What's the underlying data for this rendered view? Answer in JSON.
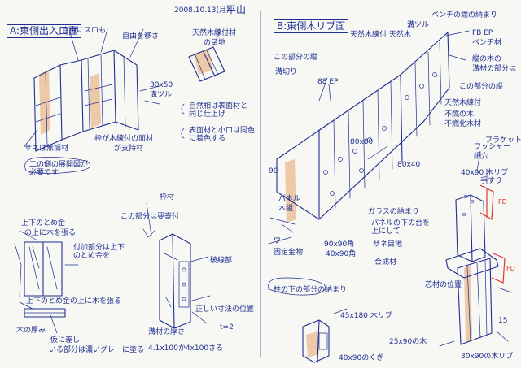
{
  "header": {
    "date": "2008.10.13(月)",
    "author": "平山"
  },
  "panel_a": {
    "title": "A:東側出入口面",
    "notes": {
      "n1": "自由にスロも",
      "n2": "自由を移さ",
      "n3": "天然木練付材",
      "n4": "の目地",
      "n5": "30x50",
      "n6": "溝ツル",
      "n7": "自然相は表面材と同じ仕上げ",
      "n8": "表面材と小口は同色に着色する",
      "n9": "サネは無垢材",
      "n10": "枠が木練付の面材",
      "n11": "が支持材",
      "n12": "二の側の展開図が必要です",
      "n13": "上下のとめ金",
      "n14": "の上に木を張る",
      "n15": "付加部分は上下のとめ金を",
      "n16": "上下のとめ金の上に木を張る",
      "n17": "木の厚み",
      "n18": "仮に差し",
      "n19": "いる部分は濃いグレーに塗る",
      "n20": "この部分は要寄付",
      "n21": "枠材",
      "n22": "破線部",
      "n23": "正しい寸法の位置",
      "n24": "溝材の厚さ",
      "n25": "t=2",
      "n26": "4.1x100か4x100さる"
    }
  },
  "panel_b": {
    "title": "B:東側木リブ面",
    "notes": {
      "m1": "この部分の縦",
      "m2": "天然木練付 天然木",
      "m3": "溝ツル",
      "m4": "88 EP",
      "m5": "ベンチの端の納まり",
      "m6": "溝切り",
      "m7": "縦の木の",
      "m8": "この部分の縦",
      "m9": "FB EP",
      "m10": "ベンチ材",
      "m11": "溝材の部分は",
      "m12": "不燃の木",
      "m13": "天然木練付",
      "m14": "不燃化木材",
      "m15": "ガラスの納まり",
      "m16": "80x80",
      "m17": "80x40",
      "m18": "90",
      "m19": "パネル",
      "m20": "木組",
      "m21": "パネルの下の台を上にして",
      "m22": "サネ目地",
      "m23": "ワ",
      "m24": "固定金物",
      "m25": "90x90角",
      "m26": "40x90角",
      "m27": "柱の下の部分の納まり",
      "m28": "合成材",
      "m29": "45x180 木リブ",
      "m30": "ワッシャー",
      "m31": "細穴",
      "m32": "40x90 木リブ",
      "m33": "芯材の位置",
      "m34": "30x90の木リブ",
      "m35": "25x90の木",
      "m36": "15",
      "m37": "40x90のくぎ",
      "m38": "ブラケット",
      "m39": "手すり",
      "m40": "FD",
      "m41": "FD"
    }
  }
}
